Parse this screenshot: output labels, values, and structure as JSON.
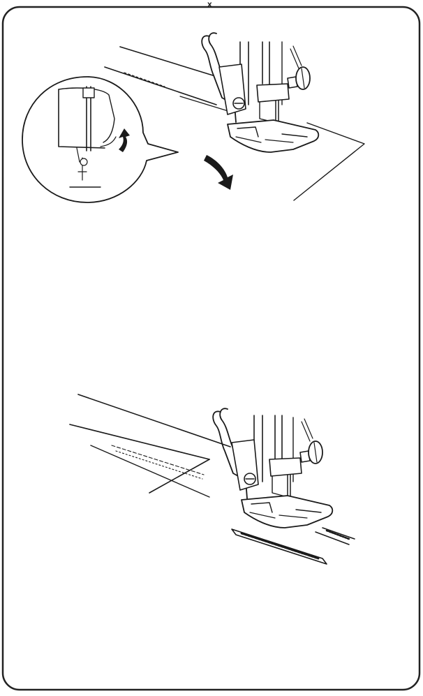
{
  "page": {
    "top_mark": "x"
  },
  "figures": [
    {
      "id": "fig-presser-foot-lowering",
      "elements": [
        "fabric-sheet",
        "presser-foot",
        "needle-clamp",
        "thumb-screw",
        "down-arrow",
        "detail-callout"
      ],
      "detail_callout": {
        "icon": "magnify-detail",
        "content": "needle-position-detail",
        "arrow": "curved-arrow"
      }
    },
    {
      "id": "fig-sewing-seam",
      "elements": [
        "fabric-sheet",
        "presser-foot",
        "needle-clamp",
        "thumb-screw",
        "stitch-line",
        "seam-result"
      ]
    }
  ],
  "colors": {
    "line": "#1a1a1a",
    "background": "#ffffff",
    "border": "#222222"
  }
}
